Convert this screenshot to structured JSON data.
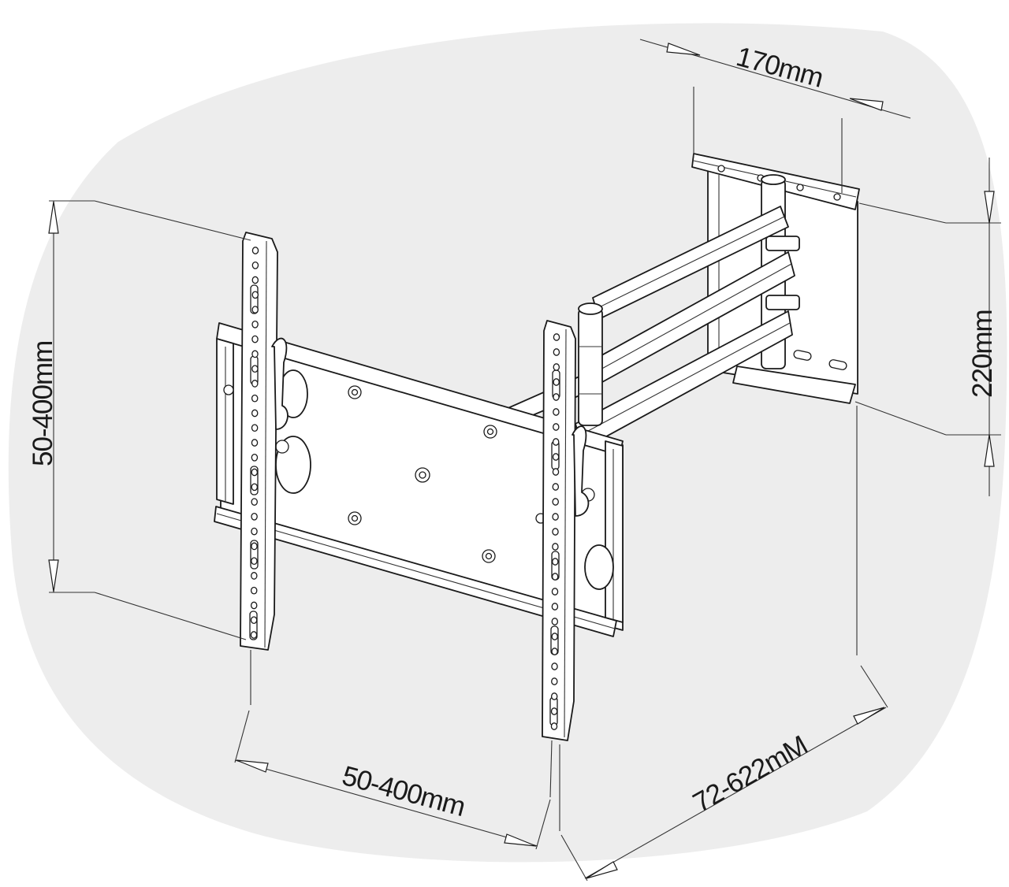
{
  "dimensions": {
    "top_depth": "170mm",
    "right_height": "220mm",
    "left_vertical": "50-400mm",
    "bottom_horizontal": "50-400mm",
    "extension": "72-622mM"
  }
}
